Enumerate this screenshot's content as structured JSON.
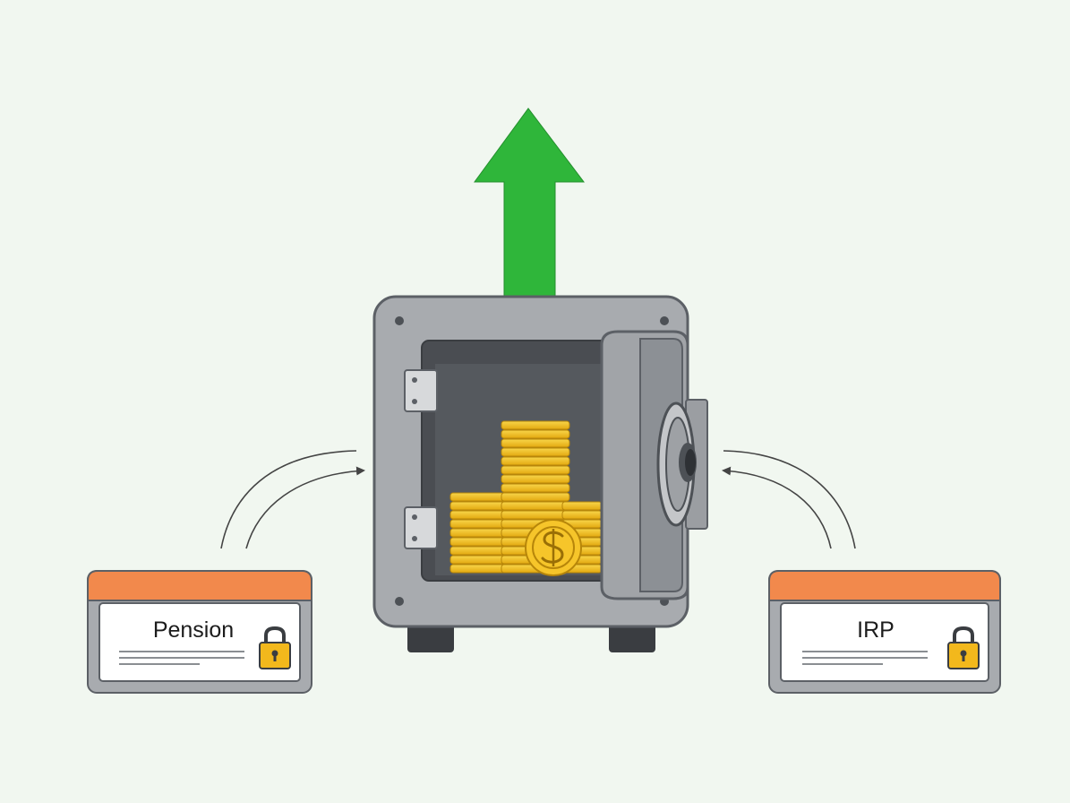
{
  "diagram": {
    "cards": [
      {
        "label": "Pension",
        "icon": "padlock-icon"
      },
      {
        "label": "IRP",
        "icon": "padlock-icon"
      }
    ],
    "center": {
      "icon": "safe-icon",
      "contents": "gold-coins"
    },
    "growth_arrow": {
      "icon": "arrow-up-icon",
      "direction": "up"
    },
    "flow_arrows": {
      "direction": "toward-safe"
    },
    "colors": {
      "background": "#f1f7f0",
      "safe_body": "#a8abaf",
      "safe_outline": "#5c6066",
      "growth_arrow": "#2fb63a",
      "card_header": "#f2894c",
      "coin": "#f3c321",
      "lock": "#f2b81c"
    }
  }
}
